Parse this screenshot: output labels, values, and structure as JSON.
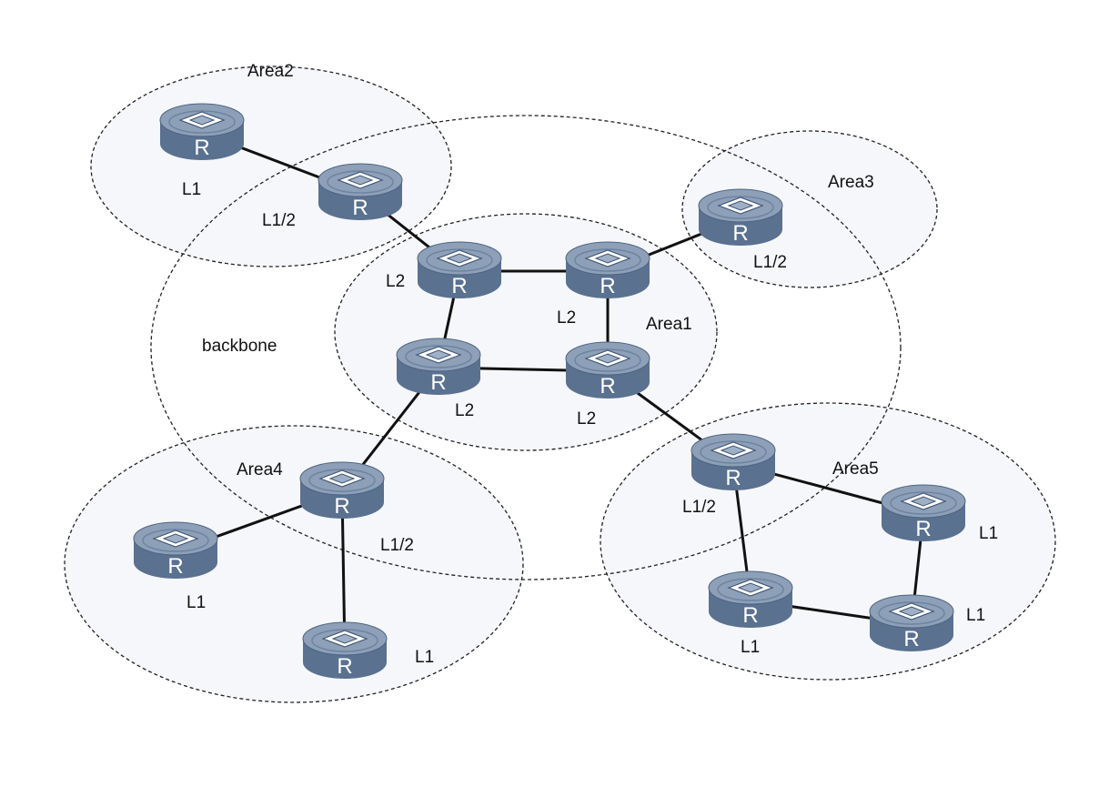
{
  "areas": [
    {
      "id": "area2",
      "label": "Area2"
    },
    {
      "id": "area3",
      "label": "Area3"
    },
    {
      "id": "area1",
      "label": "Area1"
    },
    {
      "id": "area4",
      "label": "Area4"
    },
    {
      "id": "area5",
      "label": "Area5"
    }
  ],
  "backbone": {
    "label": "backbone"
  },
  "router_symbol": "R",
  "routers": [
    {
      "id": "a2-l1",
      "level": "L1"
    },
    {
      "id": "a2-l12",
      "level": "L1/2"
    },
    {
      "id": "a3-l12",
      "level": "L1/2"
    },
    {
      "id": "a1-tl",
      "level": "L2"
    },
    {
      "id": "a1-tr",
      "level": "L2"
    },
    {
      "id": "a1-bl",
      "level": "L2"
    },
    {
      "id": "a1-br",
      "level": "L2"
    },
    {
      "id": "a4-l12",
      "level": "L1/2"
    },
    {
      "id": "a4-left",
      "level": "L1"
    },
    {
      "id": "a4-bottom",
      "level": "L1"
    },
    {
      "id": "a5-l12",
      "level": "L1/2"
    },
    {
      "id": "a5-right",
      "level": "L1"
    },
    {
      "id": "a5-bottomleft",
      "level": "L1"
    },
    {
      "id": "a5-bottomright",
      "level": "L1"
    }
  ],
  "links": [
    [
      "a2-l1",
      "a2-l12"
    ],
    [
      "a2-l12",
      "a1-tl"
    ],
    [
      "a1-tl",
      "a1-tr"
    ],
    [
      "a1-tr",
      "a3-l12"
    ],
    [
      "a1-tl",
      "a1-bl"
    ],
    [
      "a1-tr",
      "a1-br"
    ],
    [
      "a1-bl",
      "a1-br"
    ],
    [
      "a1-bl",
      "a4-l12"
    ],
    [
      "a1-br",
      "a5-l12"
    ],
    [
      "a4-l12",
      "a4-left"
    ],
    [
      "a4-l12",
      "a4-bottom"
    ],
    [
      "a5-l12",
      "a5-right"
    ],
    [
      "a5-l12",
      "a5-bottomleft"
    ],
    [
      "a5-bottomleft",
      "a5-bottomright"
    ],
    [
      "a5-bottomright",
      "a5-right"
    ]
  ],
  "colors": {
    "router_body": "#5a7190",
    "router_top": "#8da0b8",
    "area_fill": "#eef1f6"
  }
}
